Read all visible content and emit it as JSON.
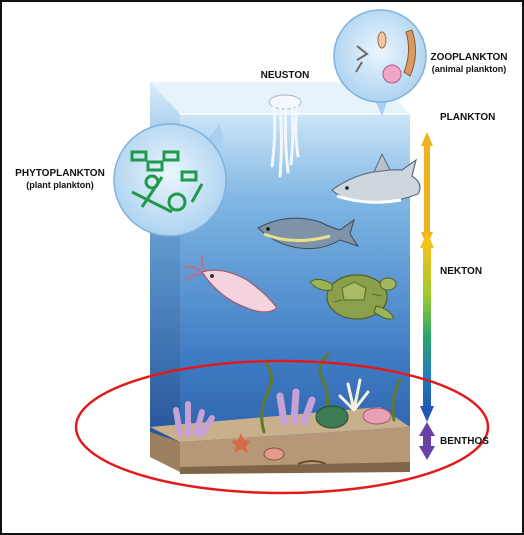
{
  "labels": {
    "neuston": "NEUSTON",
    "zooplankton_title": "ZOOPLANKTON",
    "zooplankton_sub": "(animal plankton)",
    "phytoplankton_title": "PHYTOPLANKTON",
    "phytoplankton_sub": "(plant plankton)",
    "plankton": "PLANKTON",
    "nekton": "NEKTON",
    "benthos": "BENTHOS"
  },
  "colors": {
    "plankton_arrow": "#f2b21e",
    "nekton_gradient": [
      "#f0c21a",
      "#9acb2f",
      "#2aa56a",
      "#1f7fc0",
      "#1f58b0"
    ],
    "benthos_arrow": "#6a3fa8",
    "highlight_ellipse": "#e01b1b",
    "water_top": "#cfe6f8",
    "water_bottom": "#245aa3",
    "sediment": "#b69877"
  },
  "icons": [
    "jellyfish-icon",
    "shark-icon",
    "tuna-icon",
    "squid-icon",
    "sea-turtle-icon",
    "coral-icon",
    "starfish-icon",
    "seaweed-icon",
    "crab-icon",
    "zooplankton-bubble",
    "phytoplankton-bubble"
  ]
}
